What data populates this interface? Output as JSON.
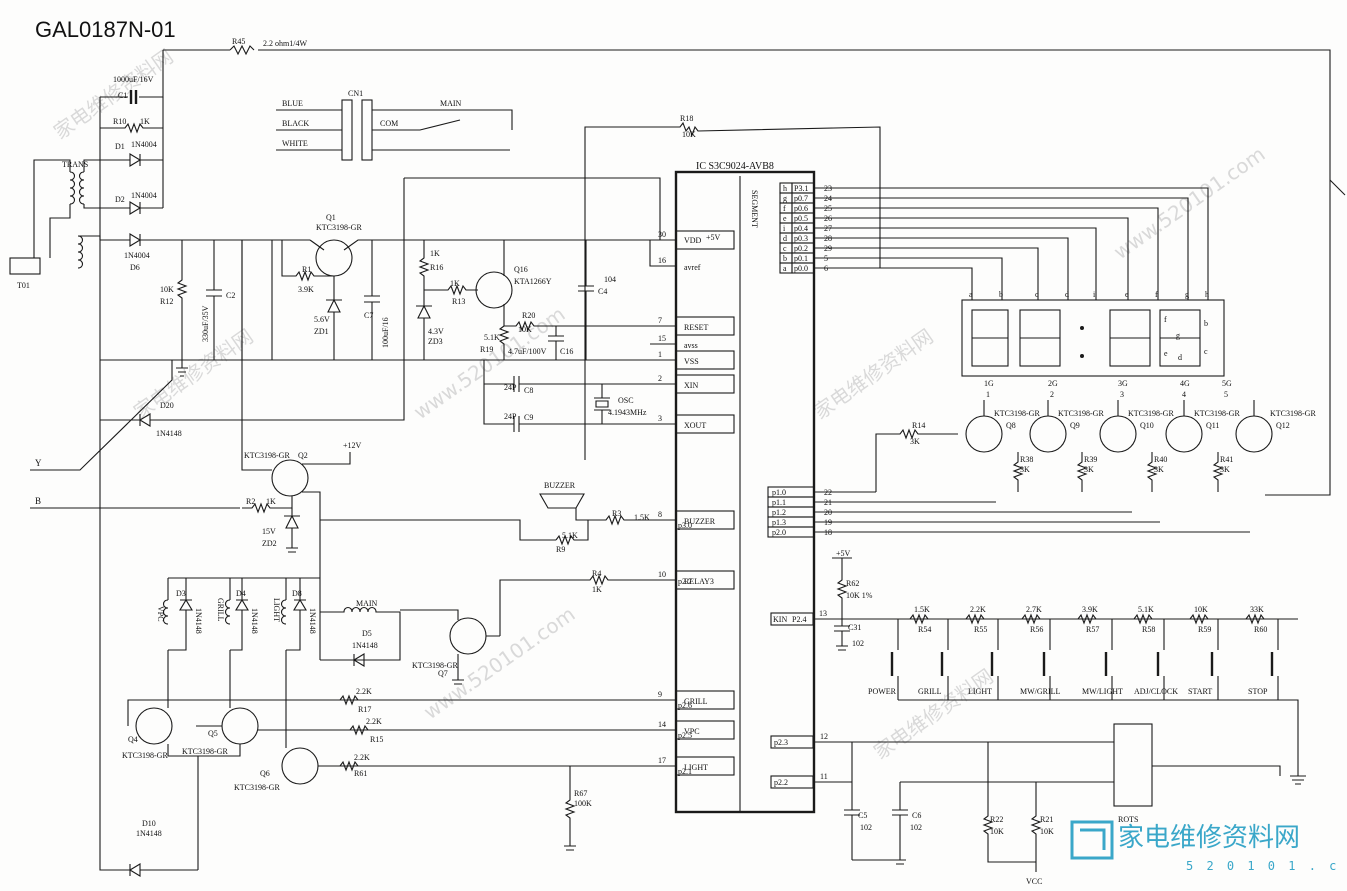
{
  "title": "GAL0187N-01",
  "ic": {
    "name": "IC S3C9024-AVB8",
    "segment_label": "SEGMENT"
  },
  "ic_pins_left": [
    {
      "num": "30",
      "name": "VDD"
    },
    {
      "num": "16",
      "name": "avref"
    },
    {
      "num": "7",
      "name": "RESET"
    },
    {
      "num": "15",
      "name": "avss"
    },
    {
      "num": "1",
      "name": "VSS"
    },
    {
      "num": "2",
      "name": "XIN"
    },
    {
      "num": "3",
      "name": "XOUT"
    },
    {
      "num": "8",
      "name": "BUZZER"
    },
    {
      "num": "10",
      "name": "RELAY3"
    },
    {
      "num": "9",
      "name": "GRILL"
    },
    {
      "num": "14",
      "name": "VPC"
    },
    {
      "num": "17",
      "name": "LIGHT"
    }
  ],
  "ic_left_ports": {
    "p30": "p3.0",
    "p27": "p2.7",
    "p26": "p2.6",
    "p25": "p2.5",
    "p21": "p2.1",
    "plus5v": "+5V"
  },
  "seg_pins": [
    {
      "seg": "h",
      "port": "P3.1",
      "num": "23"
    },
    {
      "seg": "g",
      "port": "p0.7",
      "num": "24"
    },
    {
      "seg": "f",
      "port": "p0.6",
      "num": "25"
    },
    {
      "seg": "e",
      "port": "p0.5",
      "num": "26"
    },
    {
      "seg": "i",
      "port": "p0.4",
      "num": "27"
    },
    {
      "seg": "d",
      "port": "p0.3",
      "num": "28"
    },
    {
      "seg": "c",
      "port": "p0.2",
      "num": "29"
    },
    {
      "seg": "b",
      "port": "p0.1",
      "num": "5"
    },
    {
      "seg": "a",
      "port": "p0.0",
      "num": "6"
    }
  ],
  "grid_pins": [
    {
      "port": "p1.0",
      "num": "22"
    },
    {
      "port": "p1.1",
      "num": "21"
    },
    {
      "port": "p1.2",
      "num": "20"
    },
    {
      "port": "p1.3",
      "num": "19"
    },
    {
      "port": "p2.0",
      "num": "18"
    }
  ],
  "kin": {
    "name": "KIN",
    "port": "P2.4",
    "num": "13"
  },
  "rot_pins": [
    {
      "port": "p2.3",
      "num": "12"
    },
    {
      "port": "p2.2",
      "num": "11"
    }
  ],
  "display_segs": [
    "a",
    "b",
    "c",
    "d",
    "i",
    "e",
    "f",
    "g",
    "h"
  ],
  "display_grids": [
    {
      "g": "1G",
      "n": "1"
    },
    {
      "g": "2G",
      "n": "2"
    },
    {
      "g": "3G",
      "n": "3"
    },
    {
      "g": "4G",
      "n": "4"
    },
    {
      "g": "5G",
      "n": "5"
    }
  ],
  "display_inner": [
    "f",
    "g",
    "b",
    "e",
    "d",
    "c"
  ],
  "grid_transistors": [
    {
      "q": "Q8",
      "r": "R38",
      "rv": "3K"
    },
    {
      "q": "Q9",
      "r": "R39",
      "rv": "3K"
    },
    {
      "q": "Q10",
      "r": "R40",
      "rv": "3K"
    },
    {
      "q": "Q11",
      "r": "R41",
      "rv": "3K"
    },
    {
      "q": "Q12",
      "r": "",
      "rv": ""
    }
  ],
  "trans_type": "KTC3198-GR",
  "r14": {
    "name": "R14",
    "value": "3K"
  },
  "key_resistors": [
    {
      "v": "1.5K",
      "r": "R54"
    },
    {
      "v": "2.2K",
      "r": "R55"
    },
    {
      "v": "2.7K",
      "r": "R56"
    },
    {
      "v": "3.9K",
      "r": "R57"
    },
    {
      "v": "5.1K",
      "r": "R58"
    },
    {
      "v": "10K",
      "r": "R59"
    },
    {
      "v": "33K",
      "r": "R60"
    }
  ],
  "keys": [
    "POWER",
    "GRILL",
    "LIGHT",
    "MW/GRILL",
    "MW/LIGHT",
    "ADJ/CLOCK",
    "START",
    "STOP"
  ],
  "r62": {
    "v": "+5V",
    "name": "R62",
    "value": "10K 1%",
    "c": "C31",
    "cv": "102"
  },
  "bottom_right": {
    "c5": "C5",
    "c5v": "102",
    "c6": "C6",
    "c6v": "102",
    "r22": "R22",
    "r22v": "10K",
    "r21": "R21",
    "r21v": "10K",
    "vcc": "VCC",
    "rot": "ROTS"
  },
  "left_top": {
    "r45": "R45",
    "r45v": "2.2 ohm1/4W",
    "c1v": "1000uF/16V",
    "c1": "C1",
    "r10": "R10",
    "r10v": "1K",
    "d1": "D1",
    "d1v": "1N4004",
    "trans": "TRANS",
    "d2": "D2",
    "d2v": "1N4004",
    "d6v": "1N4004",
    "d6": "D6",
    "t01": "T01",
    "r12": "R12",
    "r12v": "10K",
    "c2": "C2",
    "c2v": "330uF/35V",
    "q1": "Q1",
    "q1t": "KTC3198-GR",
    "r1": "R1",
    "r1v": "3.9K",
    "zd1v": "5.6V",
    "zd1": "ZD1",
    "c7": "C7",
    "c7v": "100uF/16",
    "r16": "R16",
    "r16v": "1K",
    "r13": "R13",
    "r13v": "1K",
    "zd3v": "4.3V",
    "zd3": "ZD3",
    "q16": "Q16",
    "q16t": "KTA1266Y",
    "r19v": "5.1K",
    "r19": "R19",
    "r20": "R20",
    "r20v": "10K",
    "c16v": "4.7uF/100V",
    "c16": "C16",
    "c4v": "104",
    "c4": "C4",
    "c8v": "24P",
    "c8": "C8",
    "c9v": "24P",
    "c9": "C9",
    "osc": "OSC",
    "oscv": "4.1943MHz",
    "r18": "R18",
    "r18v": "10K",
    "cn1": "CN1",
    "blue": "BLUE",
    "black": "BLACK",
    "white": "WHITE",
    "main": "MAIN",
    "com": "COM",
    "d20": "D20",
    "d20v": "1N4148",
    "y": "Y",
    "b": "B"
  },
  "left_bottom": {
    "q2t": "KTC3198-GR",
    "q2": "Q2",
    "v12": "+12V",
    "r2": "R2",
    "r2v": "1K",
    "zd2v": "15V",
    "zd2": "ZD2",
    "buzzer": "BUZZER",
    "r3": "R3",
    "r3v": "1.5K",
    "r9": "R9",
    "r9v": "5.1K",
    "r4": "R4",
    "r4v": "1K",
    "vpc": "VPC",
    "grill": "GRILL",
    "light": "LIGHT",
    "d3": "D3",
    "d4": "D4",
    "d8": "D8",
    "dv": "1N4148",
    "main": "MAIN",
    "d5": "D5",
    "d5v": "1N4148",
    "q7": "Q7",
    "q7t": "KTC3198-GR",
    "r17v": "2.2K",
    "r17": "R17",
    "r15v": "2.2K",
    "r15": "R15",
    "r61v": "2.2K",
    "r61": "R61",
    "q4": "Q4",
    "q4t": "KTC3198-GR",
    "q5": "Q5",
    "q5t": "KTC3198-GR",
    "q6": "Q6",
    "q6t": "KTC3198-GR",
    "r67": "R67",
    "r67v": "100K",
    "d10": "D10",
    "d10v": "1N4148"
  },
  "watermark": "家电维修资料网",
  "watermark2": "www.520101.com",
  "logo": {
    "text": "家电维修资料网",
    "url": "5 2 0 1 0 1 . c o m"
  },
  "colors": {
    "ink": "#1a1a1a",
    "logo": "#3aa7c9",
    "watermark": "#d9d9d9"
  }
}
